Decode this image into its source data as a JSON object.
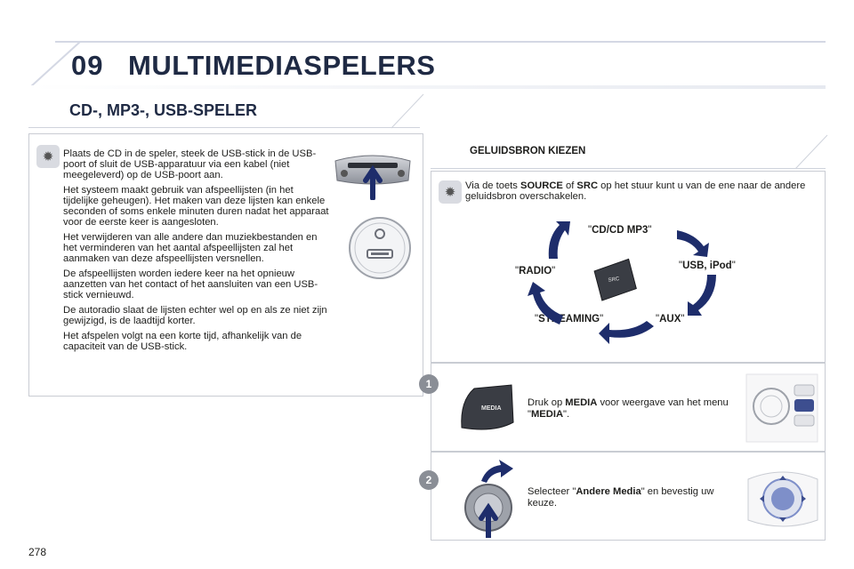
{
  "header": {
    "chapter_number": "09",
    "chapter_title": "MULTIMEDIASPELERS"
  },
  "section": {
    "title": "CD-, MP3-, USB-SPELER"
  },
  "left_panel": {
    "paragraphs": [
      "Plaats de CD in de speler, steek de USB-stick in de USB-poort of sluit de USB-apparatuur via een kabel (niet meegeleverd) op de USB-poort aan.",
      "Het systeem maakt gebruik van afspeellijsten (in het tijdelijke geheugen). Het maken van deze lijsten kan enkele seconden of soms enkele minuten duren nadat het apparaat voor de eerste keer is aangesloten.",
      "Het verwijderen van alle andere dan muziekbestanden en het verminderen van het aantal afspeellijsten zal het aanmaken van deze afspeellijsten versnellen.",
      "De afspeellijsten worden iedere keer na het opnieuw aanzetten van het contact of het aansluiten van een USB-stick vernieuwd.",
      "De autoradio slaat de lijsten echter wel op en als ze niet zijn gewijzigd, is de laadtijd korter.",
      "Het afspelen volgt na een korte tijd, afhankelijk van de capaciteit van de USB-stick."
    ]
  },
  "right_header": {
    "label": "GELUIDSBRON KIEZEN"
  },
  "right_panel": {
    "intro_pre": "Via de toets ",
    "intro_source": "SOURCE",
    "intro_mid": " of ",
    "intro_src": "SRC",
    "intro_post": " op het stuur kunt u van de ene naar de andere geluidsbron overschakelen.",
    "sources": {
      "cd": "CD/CD MP3",
      "usb": "USB, iPod",
      "aux": "AUX",
      "streaming": "STREAMING",
      "radio": "RADIO"
    },
    "src_button_label": "SRC"
  },
  "steps": [
    {
      "number": "1",
      "pre": "Druk op ",
      "bold": "MEDIA",
      "mid": " voor weergave van het menu \"",
      "bold2": "MEDIA",
      "post": "\".",
      "button_label": "MEDIA"
    },
    {
      "number": "2",
      "pre": "Selecteer \"",
      "bold": "Andere Media",
      "post": "\" en bevestig uw keuze."
    }
  ],
  "page_number": "278",
  "colors": {
    "title": "#1f2a44",
    "arrow": "#1e2d6b",
    "badge": "#8a8e96"
  }
}
